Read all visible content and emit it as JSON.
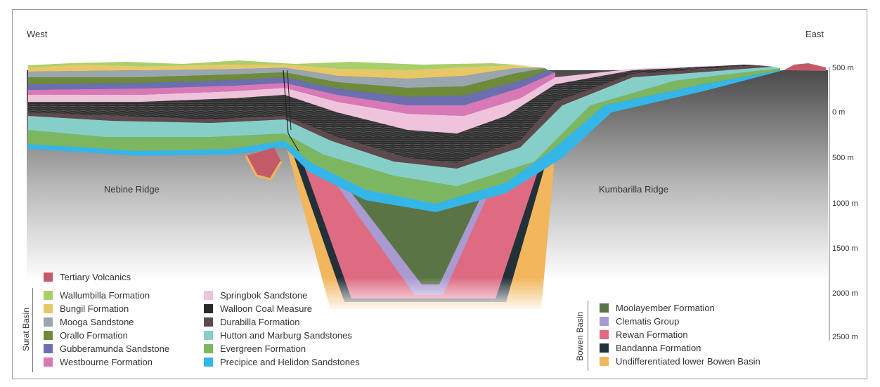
{
  "directions": {
    "west": "West",
    "east": "East"
  },
  "ridges": {
    "left": "Nebine Ridge",
    "right": "Kumbarilla Ridge"
  },
  "depth_scale": [
    "500 m",
    "0 m",
    "500 m",
    "1000 m",
    "1500 m",
    "2000 m",
    "2500 m"
  ],
  "basins": {
    "surat": "Surat Basin",
    "bowen": "Bowen Basin"
  },
  "legend": {
    "tertiary": {
      "label": "Tertiary Volcanics",
      "color": "#c45a68"
    },
    "surat_col1": [
      {
        "label": "Wallumbilla Formation",
        "color": "#a9cf6a"
      },
      {
        "label": "Bungil Formation",
        "color": "#e8c866"
      },
      {
        "label": "Mooga Sandstone",
        "color": "#9aa6ad"
      },
      {
        "label": "Orallo Formation",
        "color": "#6f8a3a"
      },
      {
        "label": "Gubberamunda Sandstone",
        "color": "#6b6fb0"
      },
      {
        "label": "Westbourne Formation",
        "color": "#d978b7"
      }
    ],
    "surat_col2": [
      {
        "label": "Springbok Sandstone",
        "color": "#efc3dc"
      },
      {
        "label": "Walloon Coal Measure",
        "color": "#2a2a2a"
      },
      {
        "label": "Durabilla Formation",
        "color": "#5e4a4e"
      },
      {
        "label": "Hutton and Marburg Sandstones",
        "color": "#86cfc9"
      },
      {
        "label": "Evergreen Formation",
        "color": "#7cb661"
      },
      {
        "label": "Precipice and Helidon Sandstones",
        "color": "#35b6e8"
      }
    ],
    "bowen": [
      {
        "label": "Moolayember Formation",
        "color": "#5a7446"
      },
      {
        "label": "Clematis Group",
        "color": "#a99ad2"
      },
      {
        "label": "Rewan Formation",
        "color": "#df6b83"
      },
      {
        "label": "Bandanna Formation",
        "color": "#22303a"
      },
      {
        "label": "Undifferentiated lower Bowen Basin",
        "color": "#f2b65c"
      }
    ]
  }
}
